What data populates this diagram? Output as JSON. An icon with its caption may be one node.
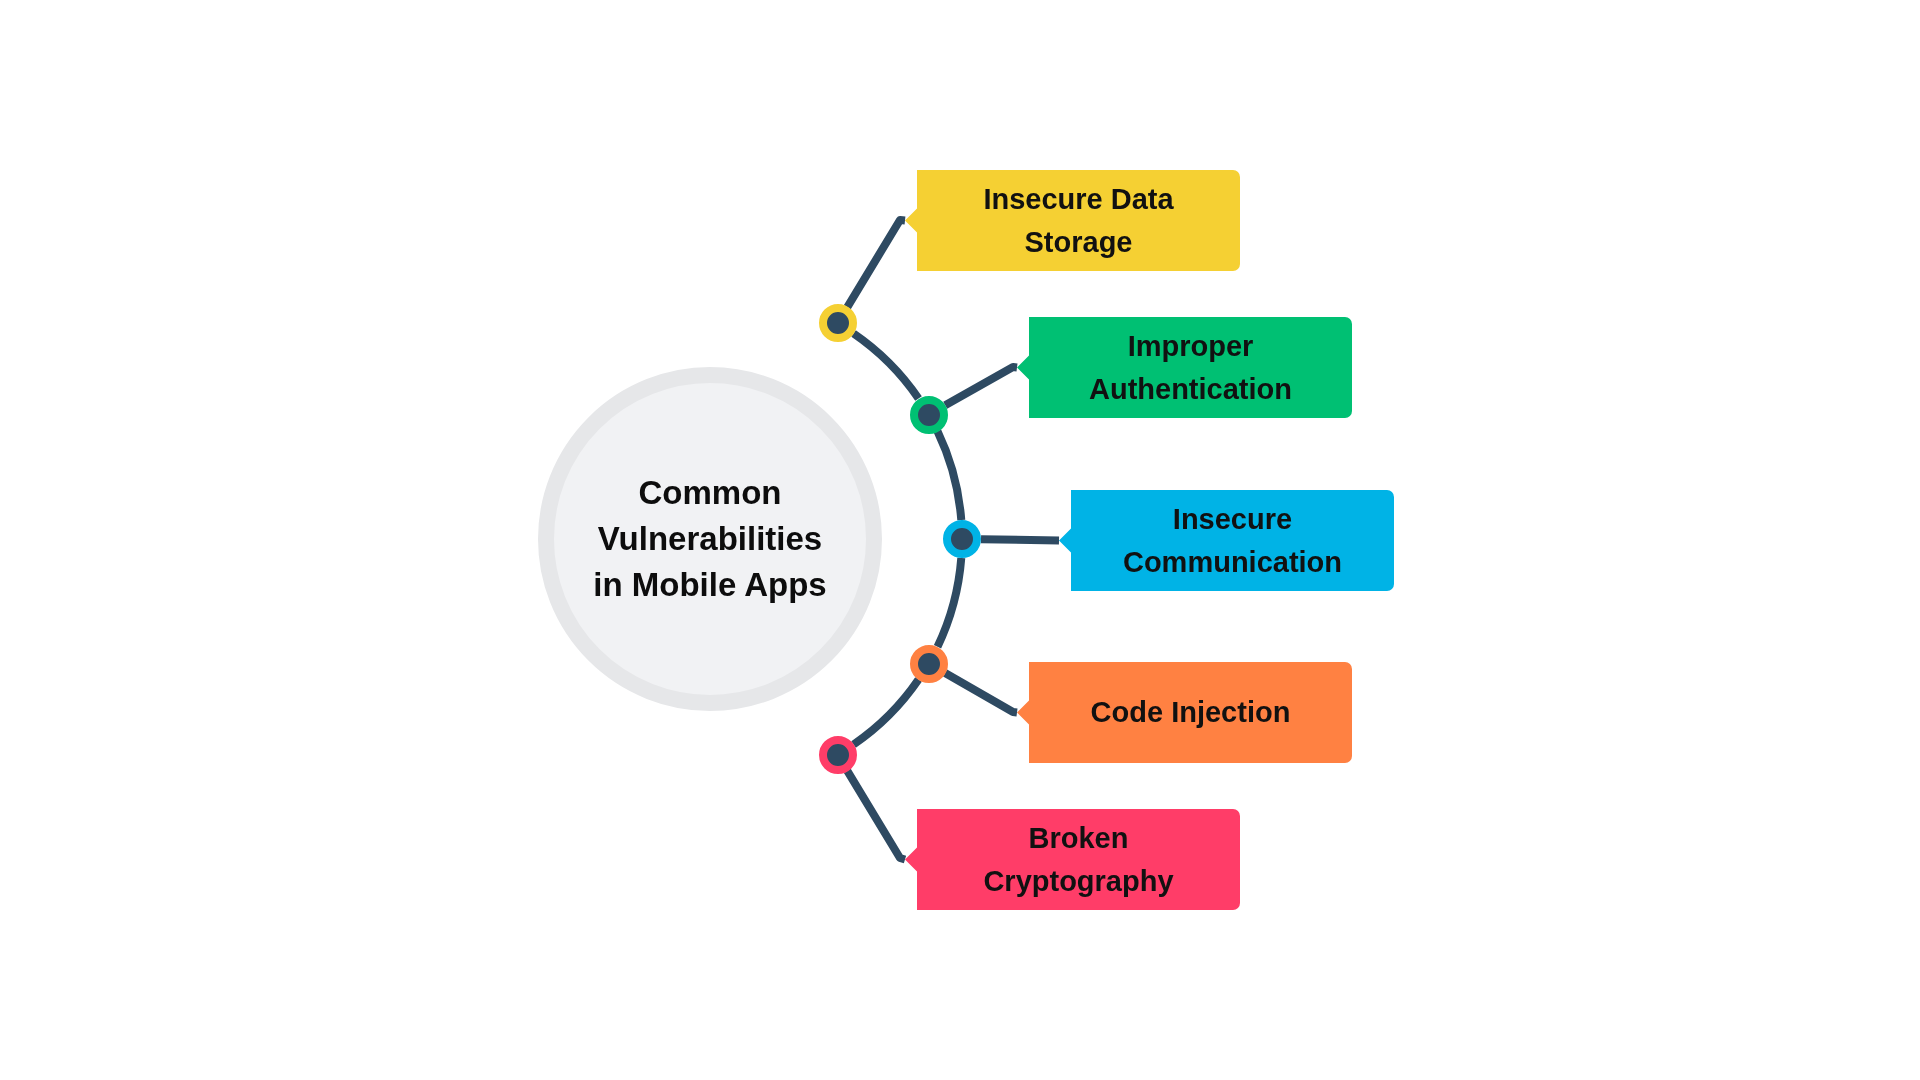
{
  "diagram": {
    "nodes": [
      {
        "text": [
          "Common Vulnerabilities in Mobile Apps"
        ]
      },
      {
        "text": [
          "Insecure Data Storage"
        ]
      },
      {
        "text": [
          "Improper Authentication"
        ]
      },
      {
        "text": [
          "Insecure Communication"
        ]
      },
      {
        "text": [
          "Code Injection"
        ]
      },
      {
        "text": [
          "Broken Cryptography"
        ]
      },
      {
        "text": [],
        "shape": "circle"
      },
      {
        "text": [],
        "shape": "circle"
      },
      {
        "text": [],
        "shape": "circle"
      },
      {
        "text": [],
        "shape": "circle"
      },
      {
        "text": [],
        "shape": "circle"
      }
    ],
    "edges": [
      {
        "from": 6,
        "to": 1,
        "arrow": "none"
      },
      {
        "from": 7,
        "to": 2,
        "arrow": "none"
      },
      {
        "from": 8,
        "to": 3,
        "arrow": "none"
      },
      {
        "from": 9,
        "to": 4,
        "arrow": "none"
      },
      {
        "from": 10,
        "to": 5,
        "arrow": "none"
      },
      {
        "from": 6,
        "to": 7,
        "arrow": "none"
      },
      {
        "from": 7,
        "to": 8,
        "arrow": "none"
      },
      {
        "from": 8,
        "to": 9,
        "arrow": "none"
      },
      {
        "from": 9,
        "to": 10,
        "arrow": "none"
      }
    ]
  }
}
